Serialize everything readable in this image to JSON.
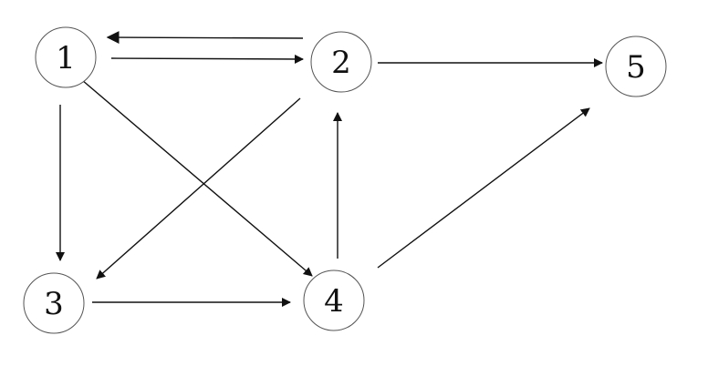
{
  "nodes": [
    {
      "id": "1",
      "label": "1"
    },
    {
      "id": "2",
      "label": "2"
    },
    {
      "id": "3",
      "label": "3"
    },
    {
      "id": "4",
      "label": "4"
    },
    {
      "id": "5",
      "label": "5"
    }
  ],
  "edges": [
    {
      "from": "2",
      "to": "1"
    },
    {
      "from": "1",
      "to": "2"
    },
    {
      "from": "2",
      "to": "5"
    },
    {
      "from": "1",
      "to": "3"
    },
    {
      "from": "1",
      "to": "4"
    },
    {
      "from": "2",
      "to": "3"
    },
    {
      "from": "3",
      "to": "4"
    },
    {
      "from": "4",
      "to": "2"
    },
    {
      "from": "4",
      "to": "5"
    }
  ]
}
